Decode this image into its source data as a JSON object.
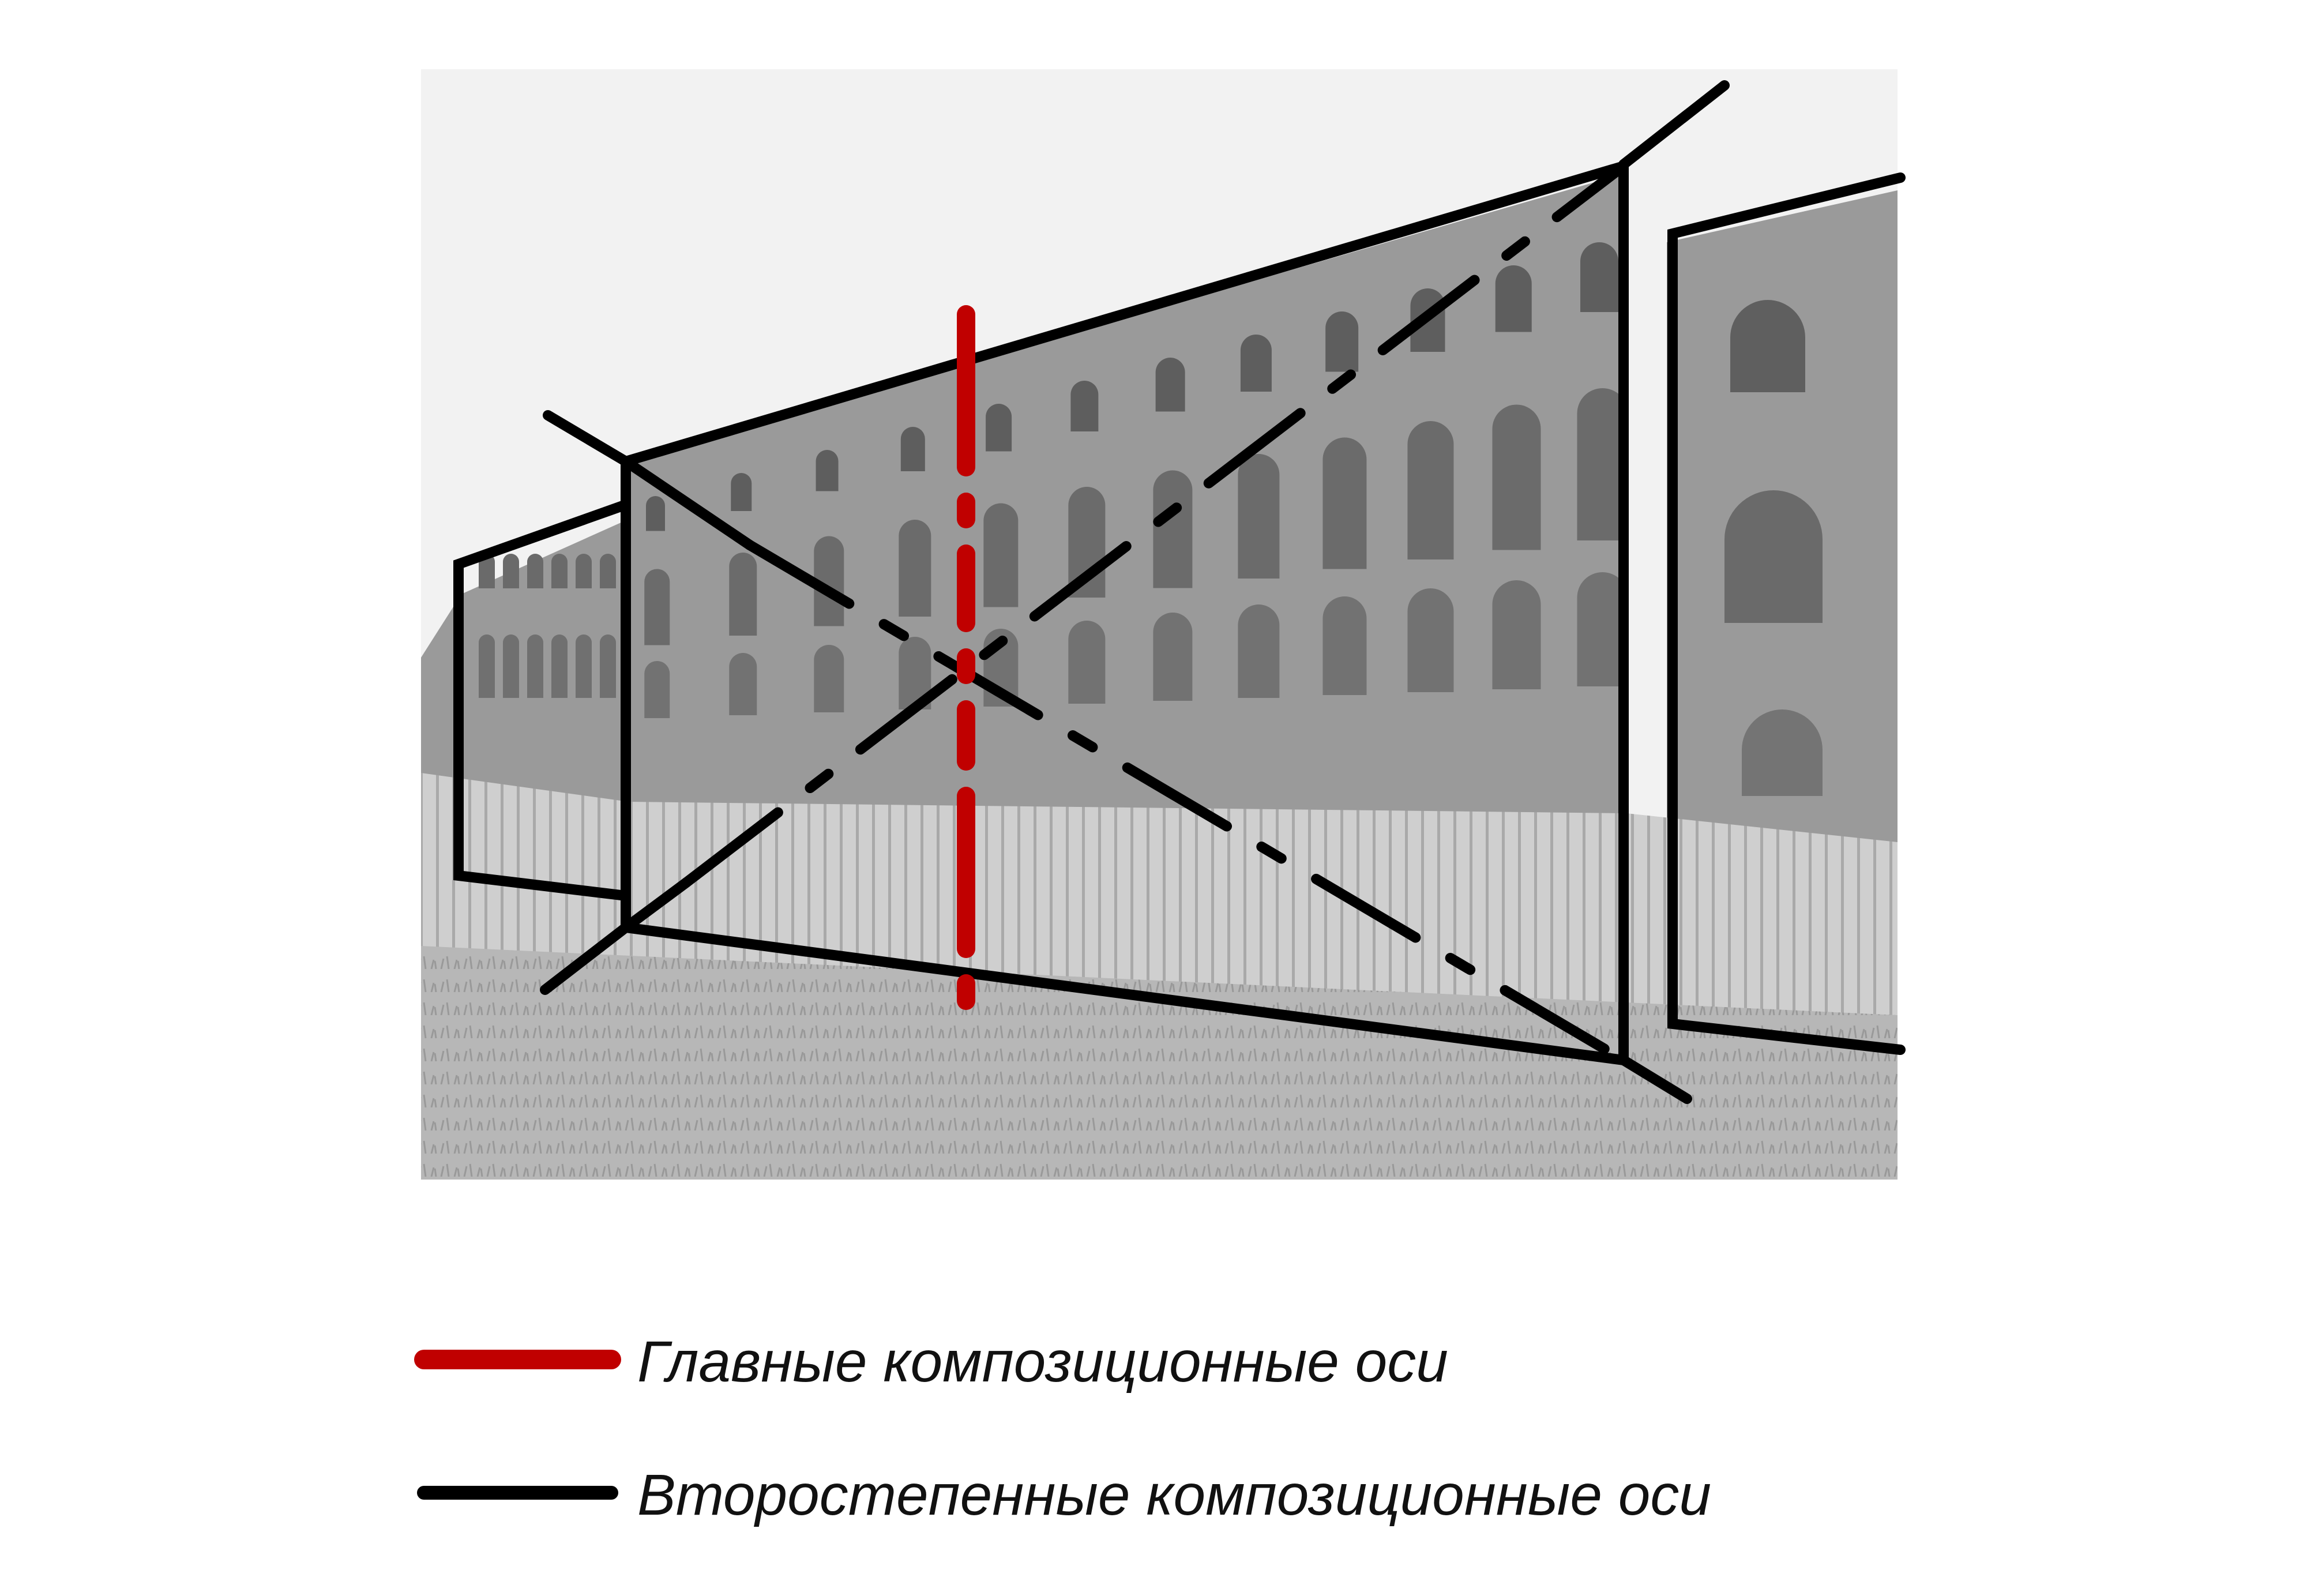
{
  "colors": {
    "primary_axis": "#c00000",
    "secondary_axis": "#000000",
    "photo_sky": "#f2f2f2",
    "photo_brick": "#9a9a9a",
    "photo_fence": "#c4c4c4",
    "photo_grass": "#b3b3b3"
  },
  "legend": {
    "primary_label": "Главные композиционные оси",
    "secondary_label": "Второстепенные композиционные оси"
  },
  "photo": {
    "subject_icon": "industrial-brick-building-photo"
  }
}
